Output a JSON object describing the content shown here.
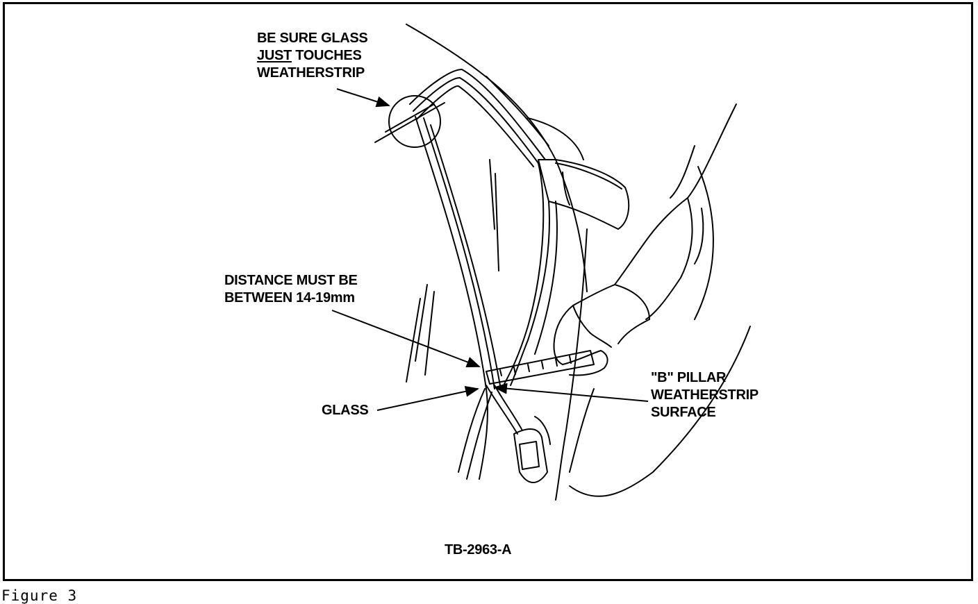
{
  "figure": {
    "caption": "Figure 3",
    "code": "TB-2963-A"
  },
  "callouts": {
    "glass_touch": {
      "line1": "BE SURE GLASS",
      "line2_emph": "JUST",
      "line2_rest": " TOUCHES",
      "line3": "WEATHERSTRIP"
    },
    "distance": {
      "line1": "DISTANCE MUST BE",
      "line2": "BETWEEN 14-19mm"
    },
    "glass": "GLASS",
    "pillar": {
      "line1": "\"B\" PILLAR",
      "line2": "WEATHERSTRIP",
      "line3": "SURFACE"
    }
  },
  "colors": {
    "ink": "#000000",
    "paper": "#ffffff"
  }
}
